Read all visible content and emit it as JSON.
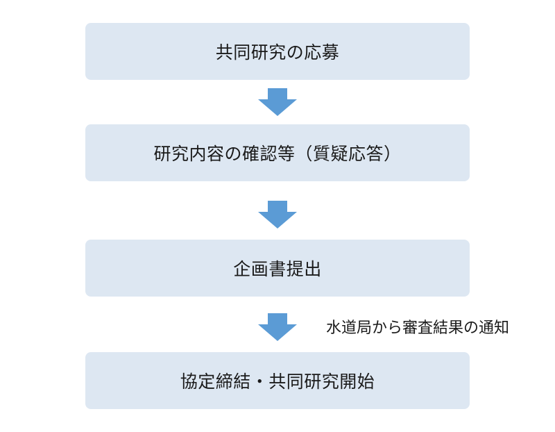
{
  "steps": [
    {
      "label": "共同研究の応募"
    },
    {
      "label": "研究内容の確認等（質疑応答）"
    },
    {
      "label": "企画書提出"
    },
    {
      "label": "協定締結・共同研究開始"
    }
  ],
  "note": "水道局から審査結果の通知",
  "colors": {
    "box_fill": "#dde7f2",
    "arrow_fill": "#5b9bd5",
    "text": "#1a1a1a"
  },
  "icons": [
    "arrow-down-icon"
  ]
}
